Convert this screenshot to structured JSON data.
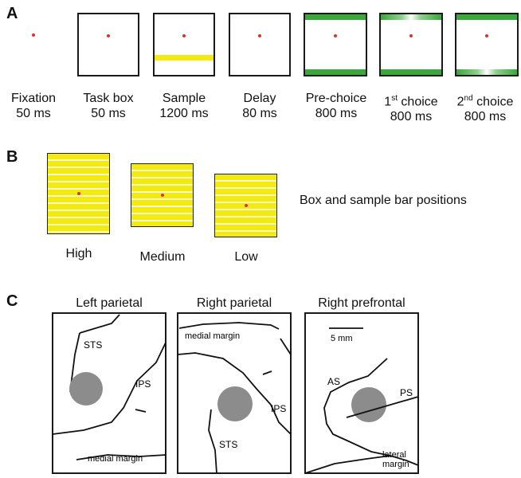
{
  "panel_a": {
    "letter": "A",
    "stages": [
      {
        "name": "Fixation",
        "duration": "50 ms"
      },
      {
        "name": "Task box",
        "duration": "50 ms"
      },
      {
        "name": "Sample",
        "duration": "1200 ms"
      },
      {
        "name": "Delay",
        "duration": "80 ms"
      },
      {
        "name": "Pre-choice",
        "duration": "800 ms"
      },
      {
        "name_main": "1",
        "name_sup": "st",
        "name_rest": " choice",
        "duration": "800 ms"
      },
      {
        "name_main": "2",
        "name_sup": "nd",
        "name_rest": " choice",
        "duration": "800 ms"
      }
    ]
  },
  "panel_b": {
    "letter": "B",
    "positions": [
      "High",
      "Medium",
      "Low"
    ],
    "caption": "Box and sample bar positions"
  },
  "panel_c": {
    "letter": "C",
    "maps": [
      {
        "title": "Left parietal",
        "labels": {
          "sts": "STS",
          "ips": "IPS",
          "margin": "medial margin"
        }
      },
      {
        "title": "Right parietal",
        "labels": {
          "sts": "STS",
          "ips": "IPS",
          "margin": "medial margin"
        }
      },
      {
        "title": "Right prefrontal",
        "labels": {
          "as": "AS",
          "ps": "PS",
          "scale": "5 mm",
          "margin_line1": "lateral",
          "margin_line2": "margin"
        }
      }
    ]
  },
  "colors": {
    "fixation": "#e0302a",
    "sample_bar": "#f2ea10",
    "choice_green": "#3aa83a",
    "recording_site": "#8c8c8c"
  }
}
